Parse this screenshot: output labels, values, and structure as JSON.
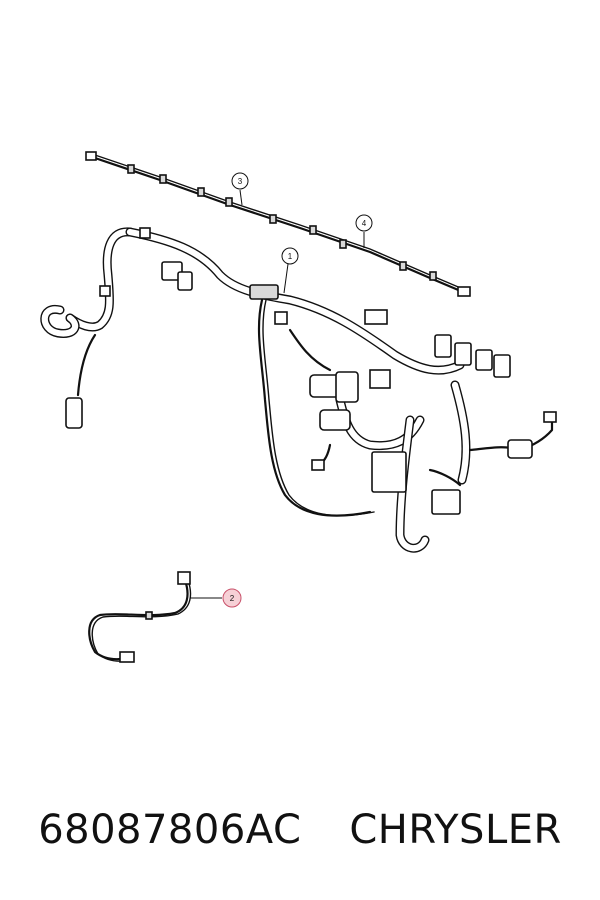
{
  "callouts": [
    {
      "id": "1",
      "label": "1"
    },
    {
      "id": "2",
      "label": "2"
    },
    {
      "id": "3",
      "label": "3"
    },
    {
      "id": "4",
      "label": "4"
    }
  ],
  "highlight_color": "#f6d0d6",
  "footer": {
    "part_number": "68087806AC",
    "brand": "CHRYSLER"
  }
}
